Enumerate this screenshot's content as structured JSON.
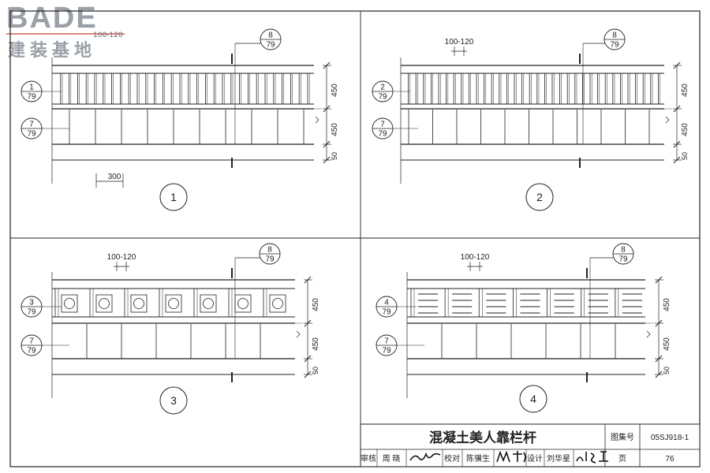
{
  "logo": {
    "brand": "BADE",
    "subtitle": "建装基地",
    "mark": "100-120"
  },
  "title_block": {
    "drawing_title": "混凝土美人靠栏杆",
    "atlas_label": "图集号",
    "atlas_no": "05SJ918-1",
    "review_label": "审核",
    "review_name": "周 晓",
    "check_label": "校对",
    "check_name": "陈骥生",
    "design_label": "设计",
    "design_name": "刘华星",
    "page_label": "页",
    "page_no": "76"
  },
  "panels": [
    {
      "number": "1",
      "detail_top": "1",
      "detail_bottom": "79",
      "base_top": "7",
      "base_bottom": "79",
      "sec_top": "8",
      "sec_bottom": "79",
      "dim_a": "450",
      "dim_b": "450",
      "dim_c": "50",
      "spacing": "300"
    },
    {
      "number": "2",
      "detail_top": "2",
      "detail_bottom": "79",
      "base_top": "7",
      "base_bottom": "79",
      "sec_top": "8",
      "sec_bottom": "79",
      "dim_a": "450",
      "dim_b": "450",
      "dim_c": "50",
      "spacing": "100-120"
    },
    {
      "number": "3",
      "detail_top": "3",
      "detail_bottom": "79",
      "base_top": "7",
      "base_bottom": "79",
      "sec_top": "8",
      "sec_bottom": "79",
      "dim_a": "450",
      "dim_b": "450",
      "dim_c": "50",
      "spacing": "100-120"
    },
    {
      "number": "4",
      "detail_top": "4",
      "detail_bottom": "79",
      "base_top": "7",
      "base_bottom": "79",
      "sec_top": "8",
      "sec_bottom": "79",
      "dim_a": "450",
      "dim_b": "450",
      "dim_c": "50",
      "spacing": "100-120"
    }
  ]
}
